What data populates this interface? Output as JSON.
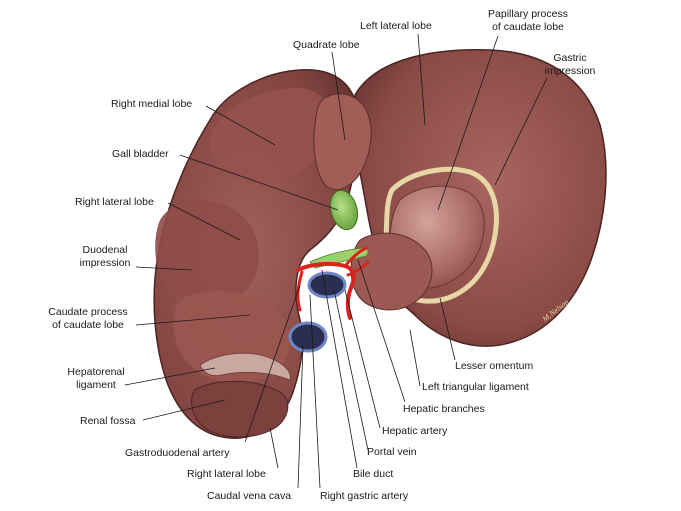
{
  "labels": {
    "left_lateral_lobe": "Left lateral lobe",
    "papillary_process_line1": "Papillary process",
    "papillary_process_line2": "of caudate lobe",
    "quadrate_lobe": "Quadrate lobe",
    "gastric_impression_line1": "Gastric",
    "gastric_impression_line2": "impression",
    "right_medial_lobe": "Right medial lobe",
    "gall_bladder": "Gall bladder",
    "right_lateral_lobe_top": "Right lateral lobe",
    "duodenal_impression_line1": "Duodenal",
    "duodenal_impression_line2": "impression",
    "caudate_process_line1": "Caudate process",
    "caudate_process_line2": "of caudate lobe",
    "hepatorenal_ligament_line1": "Hepatorenal",
    "hepatorenal_ligament_line2": "ligament",
    "renal_fossa": "Renal fossa",
    "gastroduodenal_artery": "Gastroduodenal artery",
    "right_lateral_lobe_bottom": "Right lateral lobe",
    "caudal_vena_cava": "Caudal vena cava",
    "right_gastric_artery": "Right gastric artery",
    "bile_duct": "Bile duct",
    "portal_vein": "Portal vein",
    "hepatic_artery": "Hepatic artery",
    "hepatic_branches": "Hepatic branches",
    "left_triangular_ligament": "Left triangular ligament",
    "lesser_omentum": "Lesser omentum"
  },
  "signature": "M.Nelson",
  "colors": {
    "liver": "#8a4a45",
    "liver_dark": "#5a2e2b",
    "liver_highlight": "#c08a84",
    "gall_bladder": "#7fc24a",
    "artery": "#d9231c",
    "vein": "#2a2f52",
    "vein_rim": "#6f86c7",
    "omentum": "#e8d7a6",
    "leader": "#1a1a1a"
  }
}
